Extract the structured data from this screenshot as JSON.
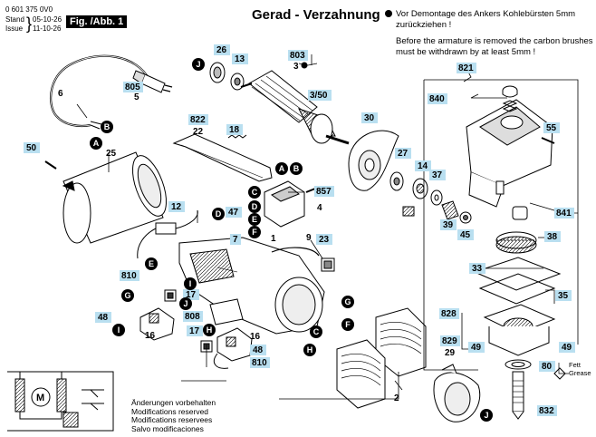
{
  "header": {
    "part_number": "0 601 375 0V0",
    "stand_label": "Stand",
    "stand_date": "05-10-26",
    "issue_label": "Issue",
    "issue_date": "11-10-26",
    "figure_label": "Fig. /Abb. 1"
  },
  "title": "Gerad - Verzahnung",
  "notes": {
    "de": "Vor Demontage des Ankers Kohlebürsten 5mm zurückziehen !",
    "en_line1": "Before the armature is removed the carbon brushes",
    "en_line2": "must be withdrawn by at least 5mm !"
  },
  "footer": [
    "Änderungen vorbehalten",
    "Modifications reserved",
    "Modifications reservees",
    "Salvo modificaciones"
  ],
  "grease_note": "Fett Grease",
  "part_labels": [
    {
      "id": "p26",
      "text": "26"
    },
    {
      "id": "p13",
      "text": "13"
    },
    {
      "id": "p803",
      "text": "803"
    },
    {
      "id": "p3",
      "text": "3"
    },
    {
      "id": "p350",
      "text": "3/50"
    },
    {
      "id": "p805",
      "text": "805"
    },
    {
      "id": "p5",
      "text": "5"
    },
    {
      "id": "p6",
      "text": "6"
    },
    {
      "id": "p822",
      "text": "822"
    },
    {
      "id": "p22",
      "text": "22"
    },
    {
      "id": "p18",
      "text": "18"
    },
    {
      "id": "p30",
      "text": "30"
    },
    {
      "id": "p821",
      "text": "821"
    },
    {
      "id": "p840",
      "text": "840"
    },
    {
      "id": "p55",
      "text": "55"
    },
    {
      "id": "p50",
      "text": "50"
    },
    {
      "id": "p25",
      "text": "25"
    },
    {
      "id": "p857",
      "text": "857"
    },
    {
      "id": "p4",
      "text": "4"
    },
    {
      "id": "p27",
      "text": "27"
    },
    {
      "id": "p14",
      "text": "14"
    },
    {
      "id": "p37",
      "text": "37"
    },
    {
      "id": "p12",
      "text": "12"
    },
    {
      "id": "p47",
      "text": "47"
    },
    {
      "id": "p7",
      "text": "7"
    },
    {
      "id": "p1",
      "text": "1"
    },
    {
      "id": "p9",
      "text": "9"
    },
    {
      "id": "p23",
      "text": "23"
    },
    {
      "id": "p39",
      "text": "39"
    },
    {
      "id": "p45",
      "text": "45"
    },
    {
      "id": "p841",
      "text": "841"
    },
    {
      "id": "p38",
      "text": "38"
    },
    {
      "id": "p810a",
      "text": "810"
    },
    {
      "id": "p17a",
      "text": "17"
    },
    {
      "id": "p33",
      "text": "33"
    },
    {
      "id": "p35",
      "text": "35"
    },
    {
      "id": "p48a",
      "text": "48"
    },
    {
      "id": "p808",
      "text": "808"
    },
    {
      "id": "p16a",
      "text": "16"
    },
    {
      "id": "p828",
      "text": "828"
    },
    {
      "id": "p17b",
      "text": "17"
    },
    {
      "id": "p16b",
      "text": "16"
    },
    {
      "id": "p48b",
      "text": "48"
    },
    {
      "id": "p810b",
      "text": "810"
    },
    {
      "id": "p49a",
      "text": "49"
    },
    {
      "id": "p49b",
      "text": "49"
    },
    {
      "id": "p829",
      "text": "829"
    },
    {
      "id": "p29",
      "text": "29"
    },
    {
      "id": "p80",
      "text": "80"
    },
    {
      "id": "p2",
      "text": "2"
    },
    {
      "id": "p832",
      "text": "832"
    }
  ],
  "callouts": [
    {
      "id": "cJ1",
      "text": "J"
    },
    {
      "id": "cB1",
      "text": "B"
    },
    {
      "id": "cA1",
      "text": "A"
    },
    {
      "id": "cA2",
      "text": "A"
    },
    {
      "id": "cB2",
      "text": "B"
    },
    {
      "id": "cC1",
      "text": "C"
    },
    {
      "id": "cD1",
      "text": "D"
    },
    {
      "id": "cE1",
      "text": "E"
    },
    {
      "id": "cF1",
      "text": "F"
    },
    {
      "id": "cD2",
      "text": "D"
    },
    {
      "id": "cE2",
      "text": "E"
    },
    {
      "id": "cG1",
      "text": "G"
    },
    {
      "id": "cI1",
      "text": "I"
    },
    {
      "id": "cJ2",
      "text": "J"
    },
    {
      "id": "cI2",
      "text": "I"
    },
    {
      "id": "cH1",
      "text": "H"
    },
    {
      "id": "cG2",
      "text": "G"
    },
    {
      "id": "cF2",
      "text": "F"
    },
    {
      "id": "cC2",
      "text": "C"
    },
    {
      "id": "cH2",
      "text": "H"
    },
    {
      "id": "cJ3",
      "text": "J"
    }
  ]
}
